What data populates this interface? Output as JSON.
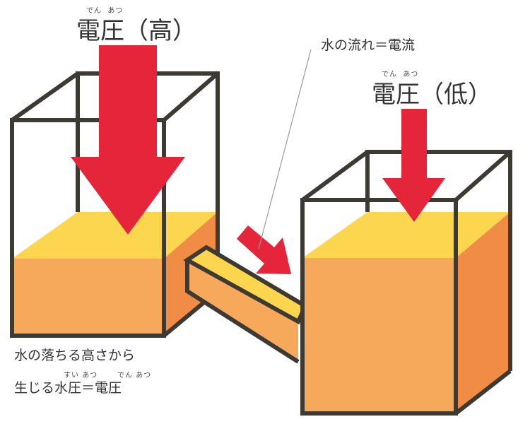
{
  "colors": {
    "frame": "#3d3a33",
    "water_top": "#fdd64f",
    "water_front": "#f6a95a",
    "water_side": "#f08c45",
    "arrow_red": "#e4253a",
    "pipe_top": "#fdd64f",
    "pipe_front": "#f6a95a",
    "leader_line": "#9a9a9a",
    "text": "#333333"
  },
  "left_tank": {
    "title": "電圧（高）",
    "title_ruby_1": "でん",
    "title_ruby_2": "あつ"
  },
  "right_tank": {
    "title": "電圧（低）",
    "title_ruby_1": "でん",
    "title_ruby_2": "あつ"
  },
  "flow_label": "水の流れ＝電流",
  "caption": {
    "line1": "水の落ちる高さから",
    "line2": "生じる水圧＝電圧",
    "ruby_1": "すい",
    "ruby_2": "あつ",
    "ruby_3": "でん",
    "ruby_4": "あつ"
  }
}
